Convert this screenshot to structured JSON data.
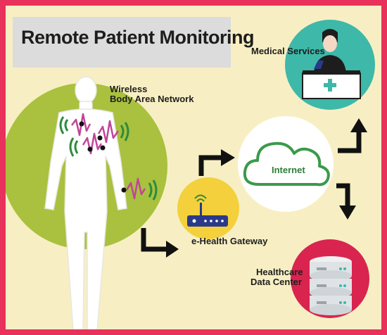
{
  "title": "Remote Patient Monitoring",
  "nodes": {
    "wban": {
      "line1": "Wireless",
      "line2": "Body Area Network"
    },
    "gateway": {
      "label": "e-Health Gateway"
    },
    "internet": {
      "label": "Internet"
    },
    "medical": {
      "label": "Medical Services"
    },
    "datacenter": {
      "line1": "Healthcare",
      "line2": "Data Center"
    }
  },
  "colors": {
    "border": "#e8325c",
    "background": "#f7efc3",
    "body_circle": "#a9c13e",
    "gateway_circle": "#f3d03c",
    "medical_circle": "#3eb8a8",
    "datacenter_circle": "#d9244f",
    "internet_green": "#3a9a4a",
    "signal_pink": "#c0459a",
    "signal_green": "#2e8b3c",
    "router_blue": "#2a3a8a"
  }
}
